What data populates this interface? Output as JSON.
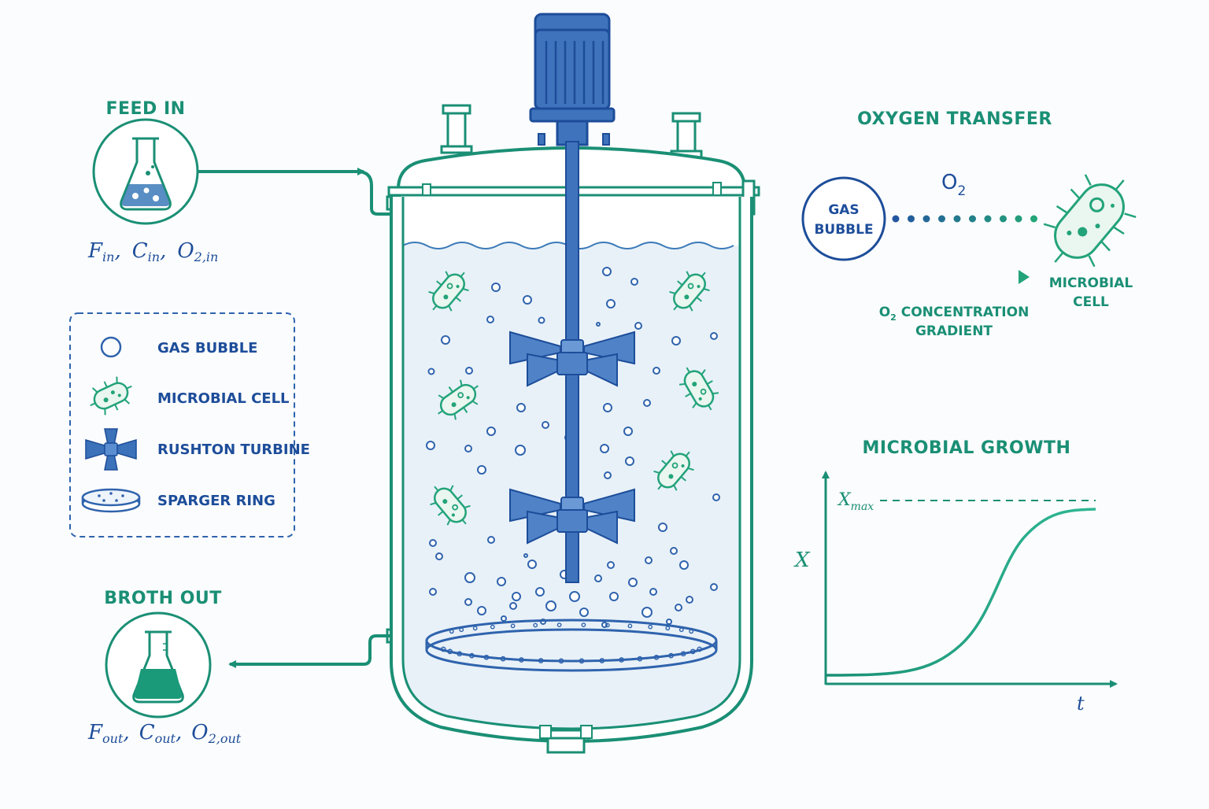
{
  "colors": {
    "teal": "#1a8f75",
    "blue": "#2f63ad",
    "navy": "#1d4d9a",
    "liquid": "#e8f1f8",
    "green": "#23a37a"
  },
  "feed": {
    "title": "FEED IN",
    "vars": [
      {
        "sym": "F",
        "sub": "in",
        "sep": ","
      },
      {
        "sym": "C",
        "sub": "in",
        "sep": ","
      },
      {
        "sym": "O",
        "sub": "2,in",
        "sep": ""
      }
    ]
  },
  "broth": {
    "title": "BROTH OUT",
    "vars": [
      {
        "sym": "F",
        "sub": "out",
        "sep": ","
      },
      {
        "sym": "C",
        "sub": "out",
        "sep": ","
      },
      {
        "sym": "O",
        "sub": "2,out",
        "sep": ""
      }
    ]
  },
  "legend": {
    "items": [
      {
        "icon": "gas-bubble-icon",
        "label": "GAS BUBBLE"
      },
      {
        "icon": "microbial-cell-icon",
        "label": "MICROBIAL CELL"
      },
      {
        "icon": "rushton-turbine-icon",
        "label": "RUSHTON TURBINE"
      },
      {
        "icon": "sparger-ring-icon",
        "label": "SPARGER RING"
      }
    ]
  },
  "oxygen": {
    "title": "OXYGEN TRANSFER",
    "bubble_line1": "GAS",
    "bubble_line2": "BUBBLE",
    "o2_main": "O",
    "o2_sub": "2",
    "gradient_o": "O",
    "gradient_sub": "2",
    "gradient_rest": " CONCENTRATION",
    "gradient_line2": "GRADIENT",
    "cell_line1": "MICROBIAL",
    "cell_line2": "CELL"
  },
  "growth": {
    "title": "MICROBIAL GROWTH",
    "y_label": "X",
    "x_label": "t",
    "max_sym": "X",
    "max_sub": "max"
  }
}
